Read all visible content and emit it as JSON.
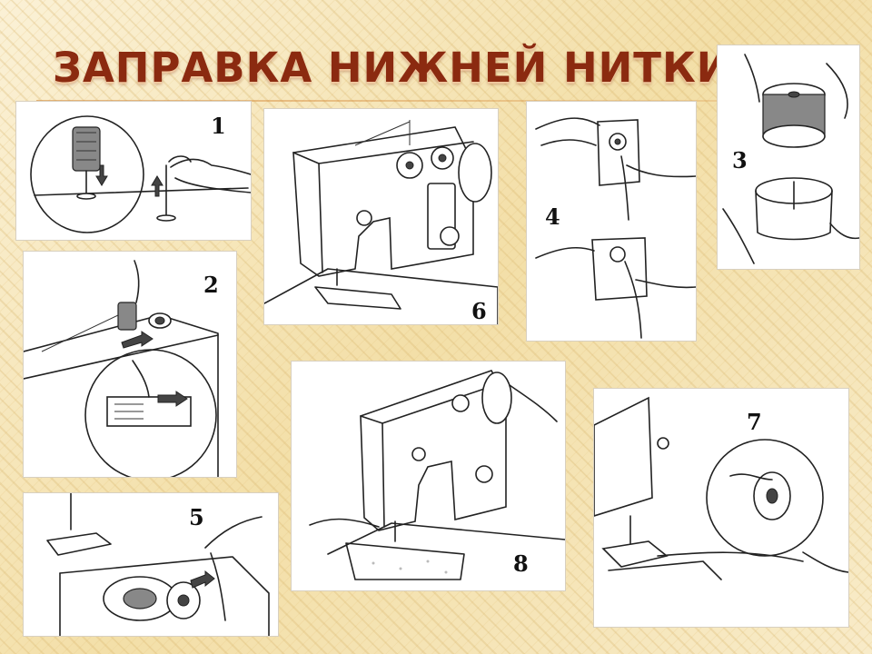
{
  "title": "ЗАПРАВКА НИЖНЕЙ НИТКИ",
  "panels": [
    {
      "step": "1",
      "illustration": "spool-pin-illustration"
    },
    {
      "step": "2",
      "illustration": "bobbin-winder-illustration"
    },
    {
      "step": "3",
      "illustration": "bobbin-case-illustration"
    },
    {
      "step": "4",
      "illustration": "bobbin-thread-tension-illustration"
    },
    {
      "step": "5",
      "illustration": "shuttle-insert-illustration"
    },
    {
      "step": "6",
      "illustration": "sewing-machine-illustration"
    },
    {
      "step": "7",
      "illustration": "pull-thread-illustration"
    },
    {
      "step": "8",
      "illustration": "sewing-machine-handwheel-illustration"
    }
  ]
}
